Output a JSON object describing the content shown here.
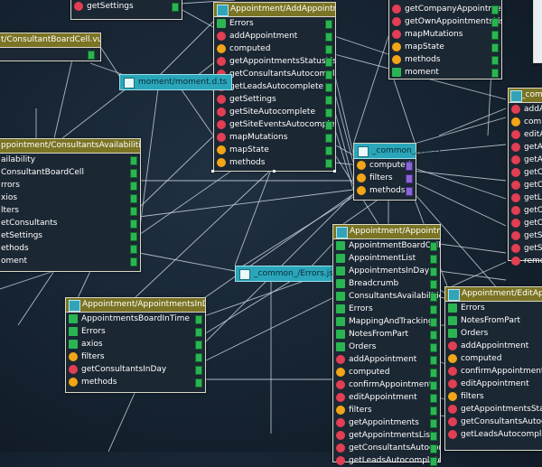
{
  "colors": {
    "background": "#162331",
    "header": "#7b7424",
    "tag": "#2aa6ba",
    "method_icon": "#e23e54",
    "computed_icon": "#f2a516",
    "port": "#2bb552"
  },
  "boxes": {
    "top_left_fragment": {
      "items": [
        {
          "label": "getSettings",
          "icon": "method"
        }
      ]
    },
    "consultant_board_cell": {
      "title": "t/ConsultantBoardCell.vue"
    },
    "consultants_availabilities": {
      "title": "ppointment/ConsultantsAvailabilities.vue",
      "items": [
        {
          "label": "ailability",
          "icon": "none"
        },
        {
          "label": "ConsultantBoardCell",
          "icon": "none"
        },
        {
          "label": "rrors",
          "icon": "none"
        },
        {
          "label": "xios",
          "icon": "none"
        },
        {
          "label": "lters",
          "icon": "none"
        },
        {
          "label": "etConsultants",
          "icon": "none"
        },
        {
          "label": "etSettings",
          "icon": "none"
        },
        {
          "label": "ethods",
          "icon": "none"
        },
        {
          "label": "oment",
          "icon": "none"
        }
      ]
    },
    "add_appointment": {
      "title": "Appointment/AddAppointment.vue",
      "items": [
        {
          "label": "Errors",
          "icon": "green"
        },
        {
          "label": "addAppointment",
          "icon": "method"
        },
        {
          "label": "computed",
          "icon": "computed"
        },
        {
          "label": "getAppointmentsStatusList",
          "icon": "method"
        },
        {
          "label": "getConsultantsAutocomplete",
          "icon": "method"
        },
        {
          "label": "getLeadsAutocomplete",
          "icon": "method"
        },
        {
          "label": "getSettings",
          "icon": "method"
        },
        {
          "label": "getSiteAutocomplete",
          "icon": "method"
        },
        {
          "label": "getSiteEventsAutocomplete",
          "icon": "method"
        },
        {
          "label": "mapMutations",
          "icon": "method"
        },
        {
          "label": "mapState",
          "icon": "computed"
        },
        {
          "label": "methods",
          "icon": "computed"
        }
      ]
    },
    "top_right_fragment": {
      "items": [
        {
          "label": "getCompanyAppointmentsList",
          "icon": "method"
        },
        {
          "label": "getOwnAppointmentsList",
          "icon": "method"
        },
        {
          "label": "mapMutations",
          "icon": "method"
        },
        {
          "label": "mapState",
          "icon": "computed"
        },
        {
          "label": "methods",
          "icon": "computed"
        },
        {
          "label": "moment",
          "icon": "green"
        }
      ]
    },
    "right_edge_fragment": {
      "title": "_commo",
      "items": [
        {
          "label": "addAppo",
          "icon": "method"
        },
        {
          "label": "compute",
          "icon": "computed"
        },
        {
          "label": "editAppo",
          "icon": "method"
        },
        {
          "label": "getAppo",
          "icon": "method"
        },
        {
          "label": "getAppo",
          "icon": "method"
        },
        {
          "label": "getCom",
          "icon": "method"
        },
        {
          "label": "getCons",
          "icon": "method"
        },
        {
          "label": "getLeads",
          "icon": "method"
        },
        {
          "label": "getOrde",
          "icon": "method"
        },
        {
          "label": "getOwn",
          "icon": "method"
        },
        {
          "label": "getSite",
          "icon": "method"
        },
        {
          "label": "getSiteE",
          "icon": "method"
        },
        {
          "label": "removeOr",
          "icon": "method"
        }
      ]
    },
    "appointments_in_day": {
      "title": "Appointment/AppointmentsInDay.vue",
      "items": [
        {
          "label": "AppointmentsBoardInTime",
          "icon": "green"
        },
        {
          "label": "Errors",
          "icon": "green"
        },
        {
          "label": "axios",
          "icon": "green"
        },
        {
          "label": "filters",
          "icon": "computed"
        },
        {
          "label": "getConsultantsInDay",
          "icon": "method"
        },
        {
          "label": "methods",
          "icon": "computed"
        }
      ]
    },
    "appointment_main": {
      "title": "Appointment/Appointment.vue",
      "items": [
        {
          "label": "AppointmentBoardCell",
          "icon": "green"
        },
        {
          "label": "AppointmentList",
          "icon": "green"
        },
        {
          "label": "AppointmentsInDay",
          "icon": "green"
        },
        {
          "label": "Breadcrumb",
          "icon": "green"
        },
        {
          "label": "ConsultantsAvailabilities",
          "icon": "green"
        },
        {
          "label": "Errors",
          "icon": "green"
        },
        {
          "label": "MappingAndTracking",
          "icon": "green"
        },
        {
          "label": "NotesFromPart",
          "icon": "green"
        },
        {
          "label": "Orders",
          "icon": "green"
        },
        {
          "label": "addAppointment",
          "icon": "method"
        },
        {
          "label": "computed",
          "icon": "computed"
        },
        {
          "label": "confirmAppointment",
          "icon": "method"
        },
        {
          "label": "editAppointment",
          "icon": "method"
        },
        {
          "label": "filters",
          "icon": "computed"
        },
        {
          "label": "getAppointments",
          "icon": "method"
        },
        {
          "label": "getAppointmentsList",
          "icon": "method"
        },
        {
          "label": "getConsultantsAutocomplete",
          "icon": "method"
        },
        {
          "label": "getLeadsAutocomplete",
          "icon": "method"
        }
      ]
    },
    "edit_appointment": {
      "title": "Appointment/EditAppointment.vue",
      "items": [
        {
          "label": "Errors",
          "icon": "green"
        },
        {
          "label": "NotesFromPart",
          "icon": "green"
        },
        {
          "label": "Orders",
          "icon": "green"
        },
        {
          "label": "addAppointment",
          "icon": "method"
        },
        {
          "label": "computed",
          "icon": "computed"
        },
        {
          "label": "confirmAppointment",
          "icon": "method"
        },
        {
          "label": "editAppointment",
          "icon": "method"
        },
        {
          "label": "filters",
          "icon": "computed"
        },
        {
          "label": "getAppointmentsStatusList",
          "icon": "method"
        },
        {
          "label": "getConsultantsAutocomplete",
          "icon": "method"
        },
        {
          "label": "getLeadsAutocomplete",
          "icon": "method"
        }
      ]
    }
  },
  "tags": {
    "moment": "moment/moment.d.ts",
    "common_util": "_common_/util.js",
    "common_errors": "_common_/Errors.js"
  },
  "util_items": [
    {
      "label": "computed",
      "icon": "computed"
    },
    {
      "label": "filters",
      "icon": "computed"
    },
    {
      "label": "methods",
      "icon": "computed"
    }
  ]
}
